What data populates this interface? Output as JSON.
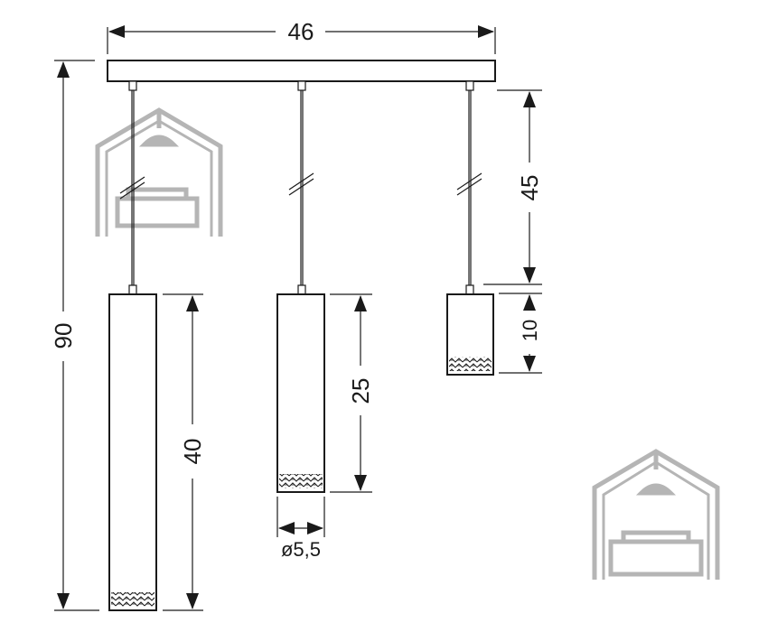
{
  "dimensions": {
    "total_width": "46",
    "total_height": "90",
    "cable_length": "45",
    "short_shade_height": "10",
    "medium_shade_height": "25",
    "long_shade_height": "40",
    "shade_diameter": "ø5,5"
  },
  "icons": {
    "watermark": "house-with-sofa-logo-icon",
    "pattern": "woven-band-pattern"
  },
  "colors": {
    "line": "#1a1a1a",
    "watermark": "#b5b5b5"
  }
}
